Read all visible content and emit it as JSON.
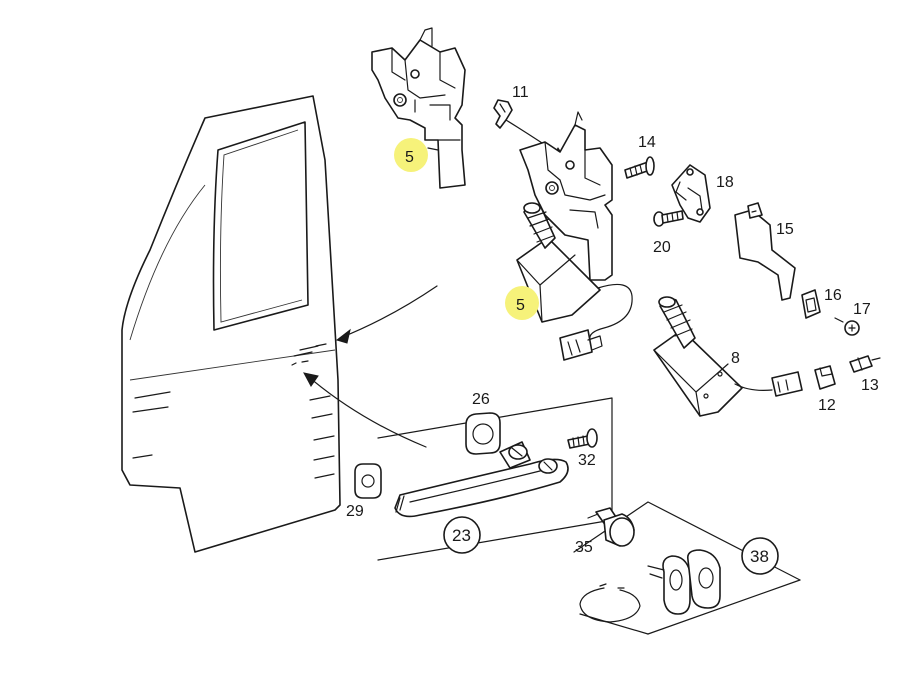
{
  "colors": {
    "line": "#1a1a1a",
    "highlight": "#f6f27a",
    "background": "#ffffff"
  },
  "labels": {
    "p5a": "5",
    "p5b": "5",
    "p8": "8",
    "p11": "11",
    "p12": "12",
    "p13": "13",
    "p14": "14",
    "p15": "15",
    "p16": "16",
    "p17": "17",
    "p18": "18",
    "p20": "20",
    "p23": "23",
    "p26": "26",
    "p29": "29",
    "p32": "32",
    "p35": "35",
    "p38": "38"
  }
}
